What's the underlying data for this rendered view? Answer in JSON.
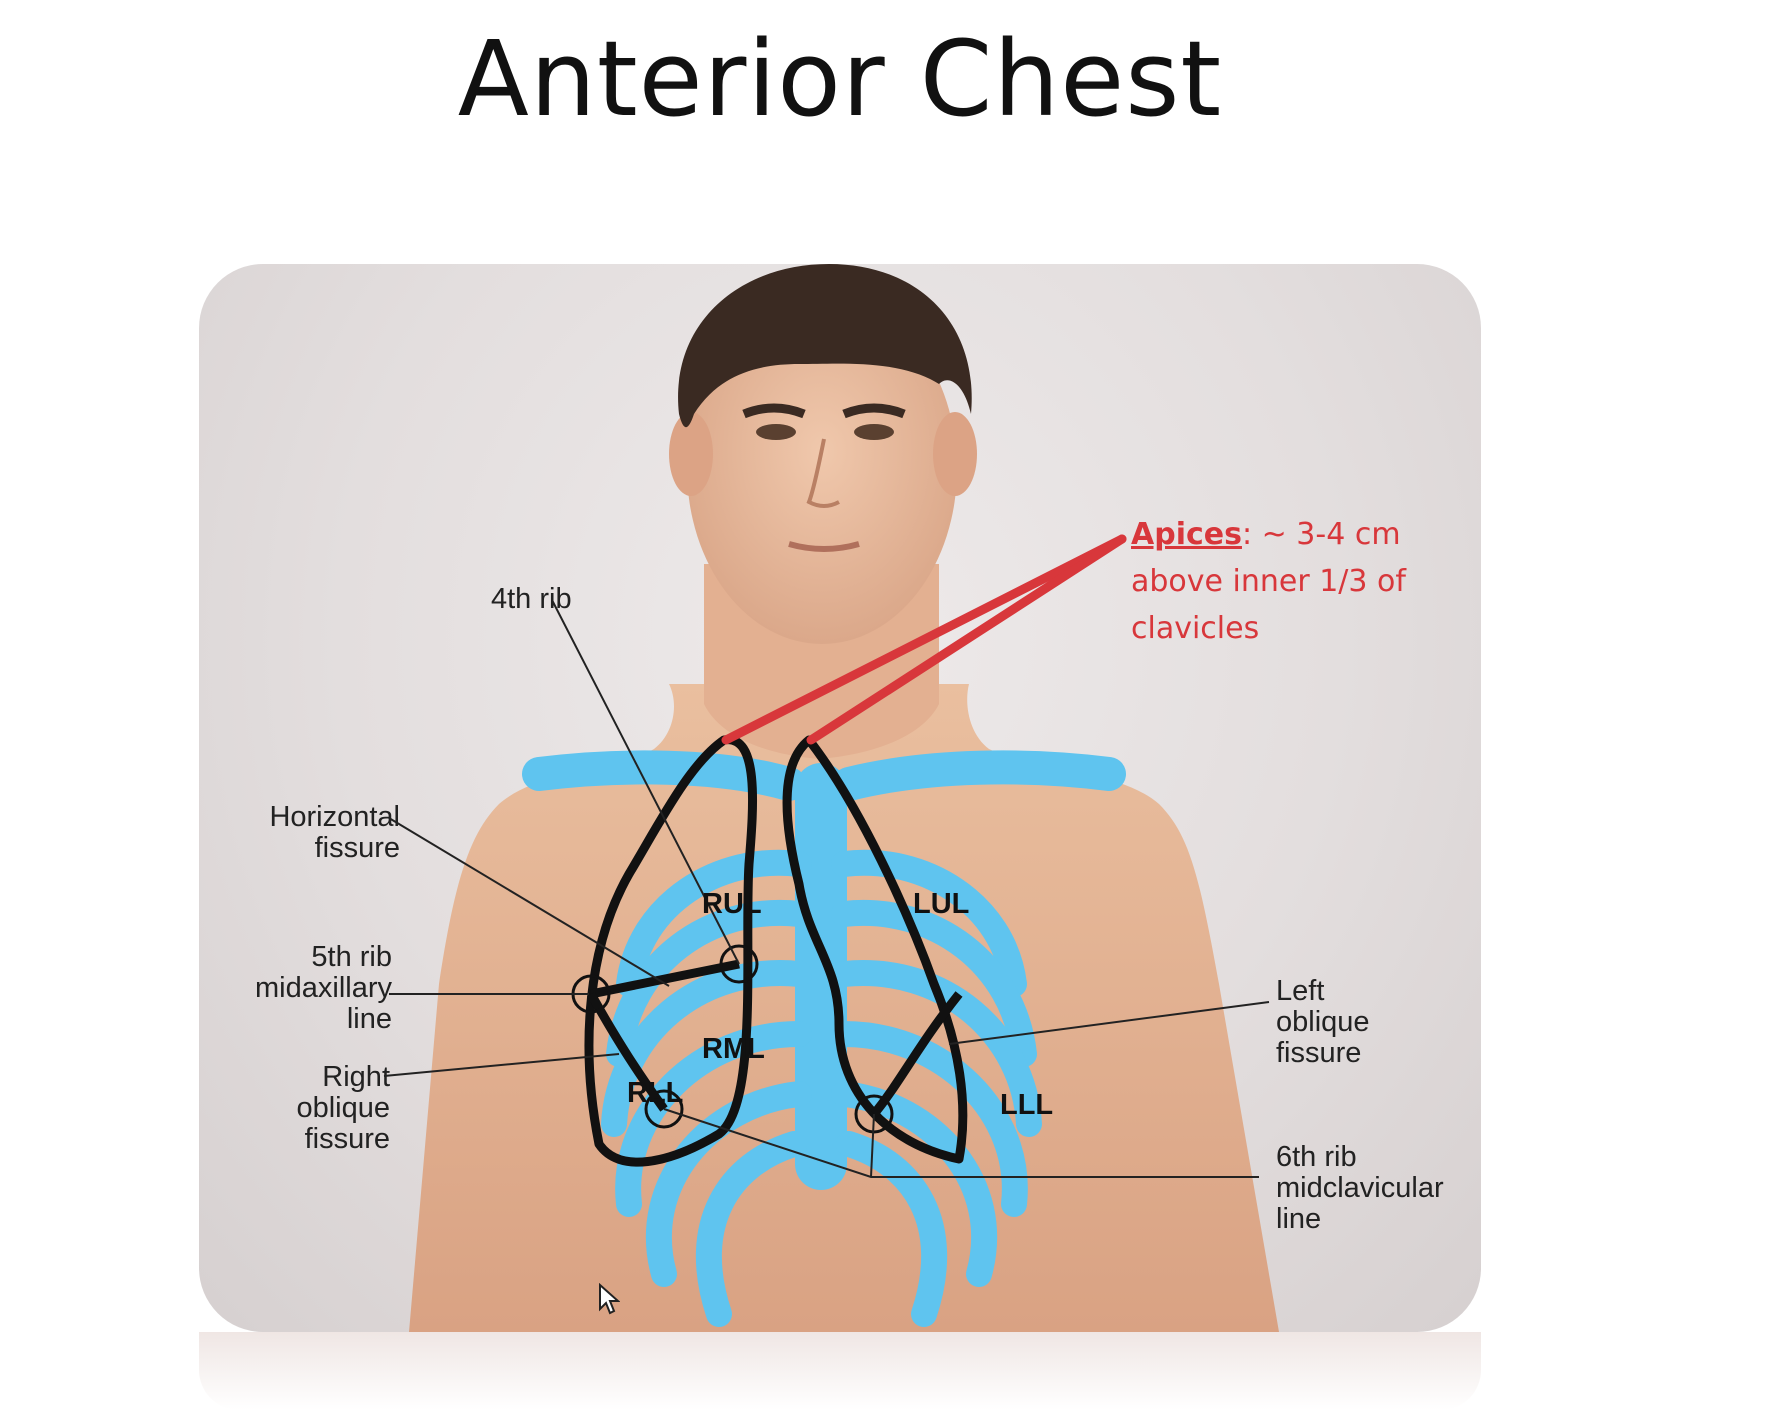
{
  "slide": {
    "title": "Anterior Chest"
  },
  "labels": {
    "rib4": "4th rib",
    "horizontal_fissure": [
      "Horizontal",
      "fissure"
    ],
    "rib5": [
      "5th rib",
      "midaxillary",
      "line"
    ],
    "right_oblique": [
      "Right",
      "oblique",
      "fissure"
    ],
    "left_oblique": [
      "Left",
      "oblique",
      "fissure"
    ],
    "rib6": [
      "6th rib",
      "midclavicular",
      "line"
    ]
  },
  "lobes": {
    "rul": "RUL",
    "lul": "LUL",
    "rml": "RML",
    "rll": "RLL",
    "lll": "LLL"
  },
  "annotation": {
    "term": "Apices",
    "colon": ":",
    "line1": " ~ 3-4 cm",
    "line2": "above inner 1/3 of",
    "line3": "clavicles",
    "color": "#d8373b"
  },
  "colors": {
    "skeleton": "#5fc4ef",
    "lung_outline": "#111111",
    "skin": "#e8b89a"
  }
}
